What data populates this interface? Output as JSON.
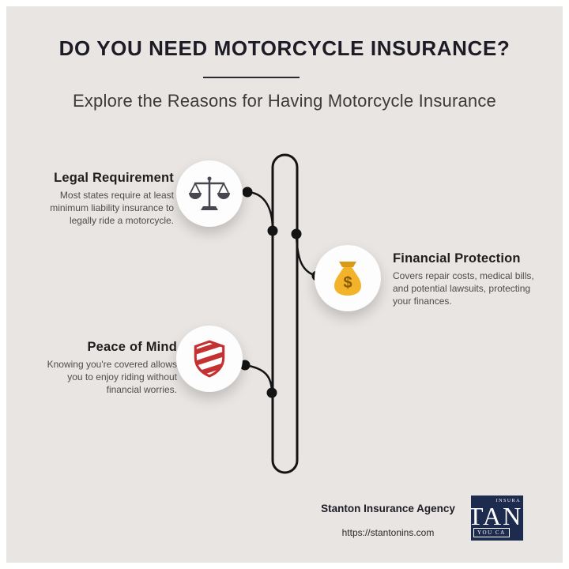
{
  "header": {
    "title": "DO YOU NEED MOTORCYCLE INSURANCE?",
    "subtitle": "Explore the Reasons for Having Motorcycle Insurance"
  },
  "items": [
    {
      "title": "Legal Requirement",
      "desc": "Most states require at least minimum liability insurance to legally ride a motorcycle.",
      "icon": "scales-icon"
    },
    {
      "title": "Financial Protection",
      "desc": "Covers repair costs, medical bills, and potential lawsuits, protecting your finances.",
      "icon": "money-bag-icon"
    },
    {
      "title": "Peace of Mind",
      "desc": "Knowing you're covered allows you to enjoy riding without financial worries.",
      "icon": "shield-icon"
    }
  ],
  "icons": {
    "money_symbol": "$"
  },
  "footer": {
    "company": "Stanton Insurance Agency",
    "url": "https://stantonins.com",
    "logo": {
      "top": "INSURA",
      "main": "TAN",
      "bottom": "YOU CA"
    }
  },
  "colors": {
    "background": "#e8e5e2",
    "ink": "#1d1c26",
    "line": "#141414",
    "money_gold": "#f2b32a",
    "shield_red": "#c53030",
    "logo_navy": "#1d2b4f"
  }
}
